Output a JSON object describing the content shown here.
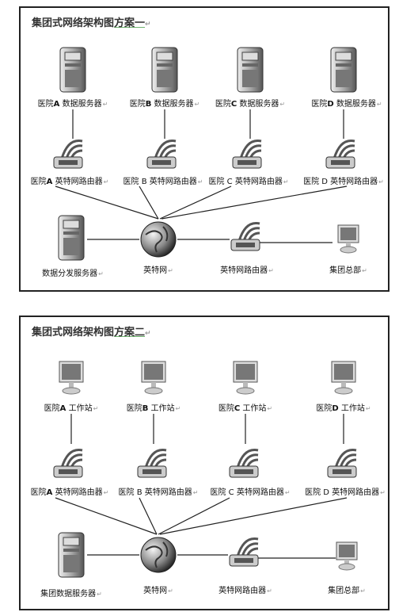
{
  "panel1": {
    "title_plain": "集团式网络架构图",
    "title_underlined": "方案一",
    "servers": [
      {
        "label_a": "医院",
        "label_b": "A",
        "label_c": " 数据服务器"
      },
      {
        "label_a": "医院",
        "label_b": "B",
        "label_c": " 数据服务器"
      },
      {
        "label_a": "医院",
        "label_b": "C",
        "label_c": " 数据服务器"
      },
      {
        "label_a": "医院",
        "label_b": "D",
        "label_c": " 数据服务器"
      }
    ],
    "routers": [
      {
        "label_a": "医院",
        "label_b": "A",
        "label_c": " 英特网路由器"
      },
      {
        "label_a": "医院",
        "label_b": " B ",
        "label_c": "英特网路由器"
      },
      {
        "label_a": "医院",
        "label_b": " C ",
        "label_c": "英特网路由器"
      },
      {
        "label_a": "医院",
        "label_b": " D ",
        "label_c": "英特网路由器"
      }
    ],
    "bottom": {
      "left_label": "数据分发服务器",
      "globe_label": "英特网",
      "router_label": "英特网路由器",
      "hq_label": "集团总部"
    }
  },
  "panel2": {
    "title_plain": "集团式网络架构图",
    "title_underlined": "方案二",
    "workstations": [
      {
        "label_a": "医院",
        "label_b": "A",
        "label_c": " 工作站"
      },
      {
        "label_a": "医院",
        "label_b": "B",
        "label_c": " 工作站"
      },
      {
        "label_a": "医院",
        "label_b": "C",
        "label_c": " 工作站"
      },
      {
        "label_a": "医院",
        "label_b": "D",
        "label_c": " 工作站"
      }
    ],
    "routers": [
      {
        "label_a": "医院",
        "label_b": "A",
        "label_c": " 英特网路由器"
      },
      {
        "label_a": "医院",
        "label_b": " B ",
        "label_c": "英特网路由器"
      },
      {
        "label_a": "医院",
        "label_b": " C ",
        "label_c": "英特网路由器"
      },
      {
        "label_a": "医院",
        "label_b": " D ",
        "label_c": "英特网路由器"
      }
    ],
    "bottom": {
      "left_label": "集团数据服务器",
      "globe_label": "英特网",
      "router_label": "英特网路由器",
      "hq_label": "集团总部"
    }
  },
  "paragraph_mark": "↵",
  "colors": {
    "line": "#222222",
    "underline": "#6fb36f",
    "border": "#222222"
  }
}
